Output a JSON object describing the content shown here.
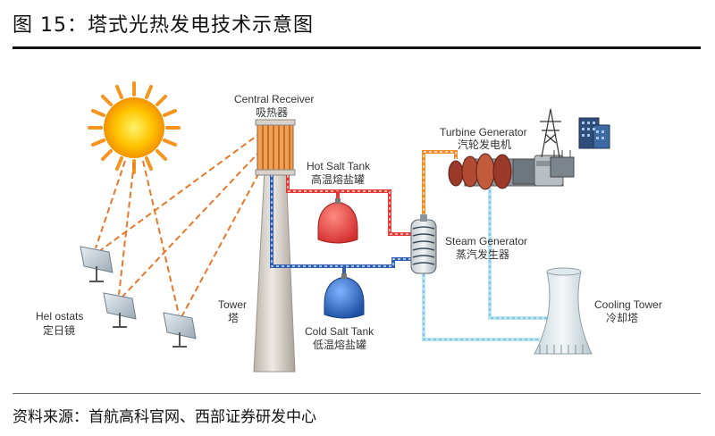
{
  "figure": {
    "title": "图 15：塔式光热发电技术示意图",
    "source": "资料来源：首航高科官网、西部证券研发中心"
  },
  "labels": {
    "central_receiver": "Central Receiver",
    "central_receiver_cn": "吸热器",
    "hot_salt_tank": "Hot Salt Tank",
    "hot_salt_tank_cn": "高温熔盐罐",
    "turbine_generator": "Turbine Generator",
    "turbine_generator_cn": "汽轮发电机",
    "steam_generator": "Steam Generator",
    "steam_generator_cn": "蒸汽发生器",
    "tower": "Tower",
    "tower_cn": "塔",
    "heliostats": "Hel ostats",
    "heliostats_cn": "定日镜",
    "cold_salt_tank": "Cold Salt Tank",
    "cold_salt_tank_cn": "低温熔盐罐",
    "cooling_tower": "Cooling Tower",
    "cooling_tower_cn": "冷却塔"
  },
  "colors": {
    "sun": "#f7941d",
    "sun_core": "#ffd200",
    "ray": "#e8782a",
    "hot_line": "#e53935",
    "cold_line": "#2f5fb3",
    "water_line": "#7ec8e3",
    "steam_line": "#f28c28"
  }
}
